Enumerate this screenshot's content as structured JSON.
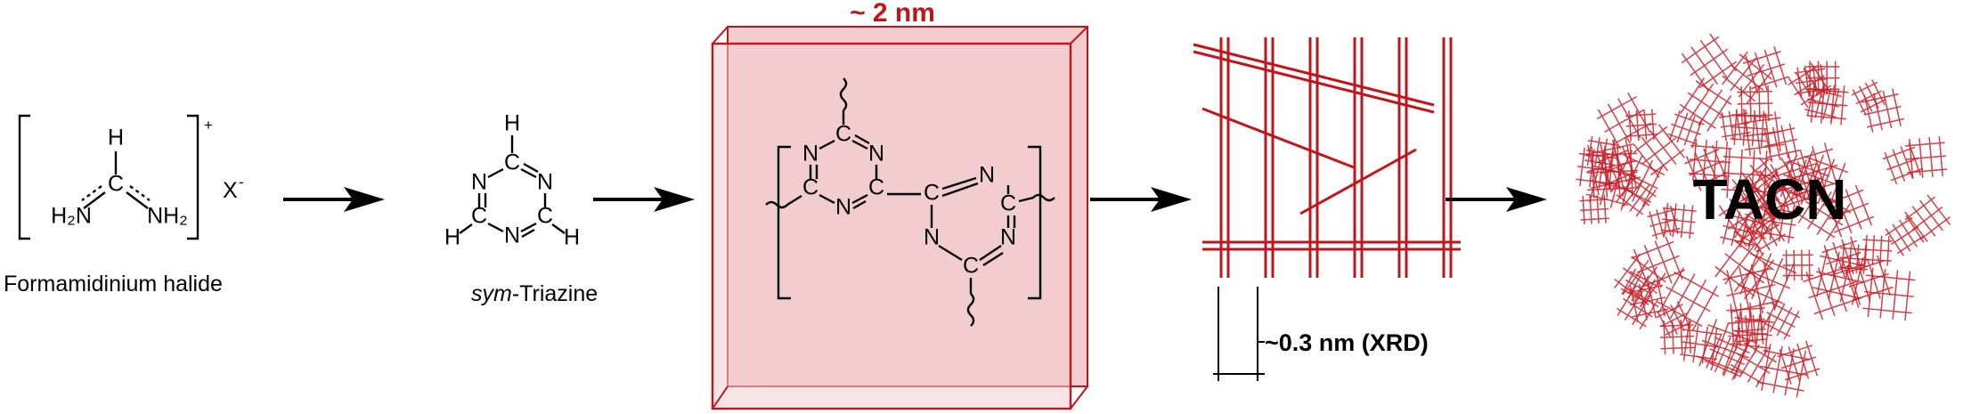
{
  "labels": {
    "formamidinium": "Formamidinium halide",
    "triazine_prefix": "sym",
    "triazine_suffix": "-Triazine",
    "size_top": "~ 2 nm",
    "spacing": "~0.3 nm (XRD)",
    "product": "TACN"
  },
  "atoms": {
    "H": "H",
    "N": "N",
    "C": "C",
    "NH": "NH",
    "H2N": "H₂N",
    "NH2": "NH₂",
    "X": "X",
    "minus": "-",
    "plus": "+"
  },
  "colors": {
    "accent_red": "#c0161b",
    "cube_fill": "#f2cccf",
    "lattice_red": "#d9383e",
    "tacn_red": "#c8202a"
  },
  "icons": [
    "reaction-arrow-icon",
    "wavy-bond-icon",
    "stacking-fiber-icon"
  ]
}
